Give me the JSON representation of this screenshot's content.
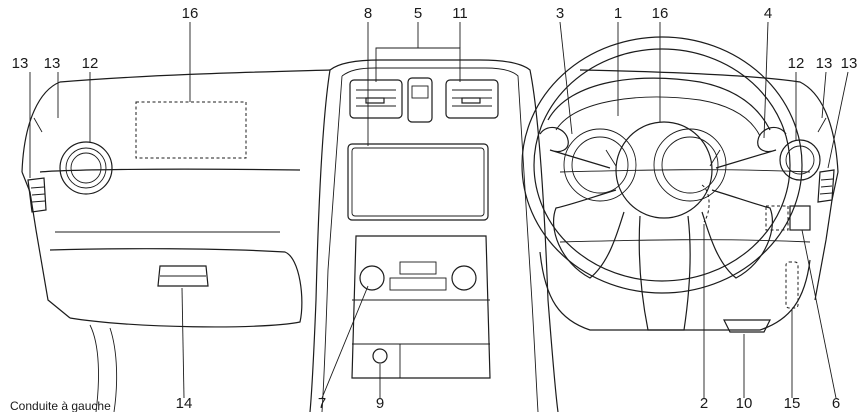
{
  "labels": {
    "n1": "1",
    "n2": "2",
    "n3": "3",
    "n4": "4",
    "n5": "5",
    "n6": "6",
    "n7": "7",
    "n8": "8",
    "n9": "9",
    "n10": "10",
    "n11": "11",
    "n12": "12",
    "n13": "13",
    "n14": "14",
    "n15": "15",
    "n16": "16"
  },
  "caption": "Conduite à gauche"
}
